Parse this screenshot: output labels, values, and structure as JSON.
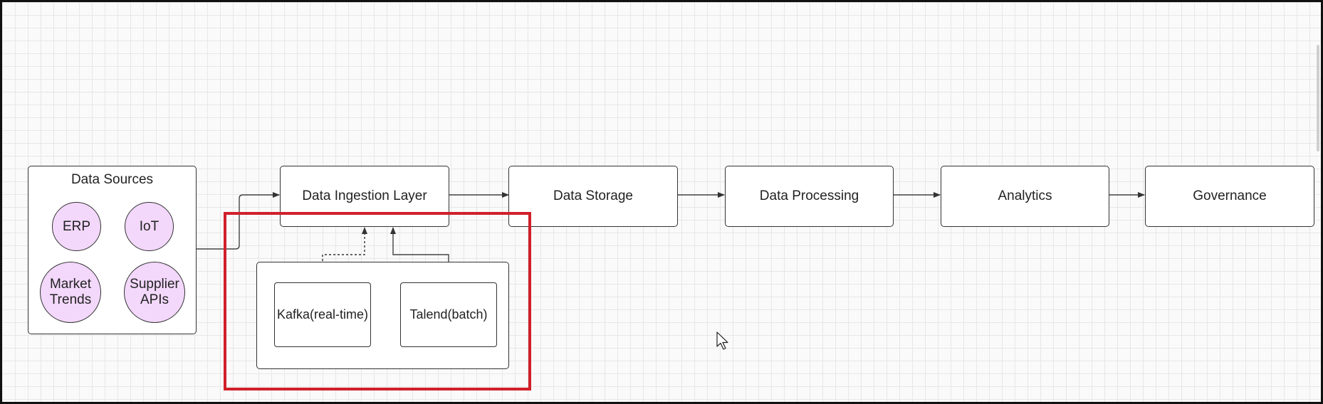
{
  "diagram": {
    "sources_group": {
      "title": "Data Sources",
      "items": [
        "ERP",
        "IoT",
        "Market Trends",
        "Supplier APIs"
      ]
    },
    "pipeline": {
      "ingestion": "Data Ingestion Layer",
      "storage": "Data Storage",
      "processing": "Data Processing",
      "analytics": "Analytics",
      "governance": "Governance"
    },
    "ingestion_tools": {
      "realtime": "Kafka(real-time)",
      "batch": "Talend(batch)"
    }
  },
  "colors": {
    "source_fill": "#f3d8fb",
    "highlight": "#d0202a",
    "border": "#333333"
  },
  "icons": [
    "mouse-cursor-icon"
  ]
}
